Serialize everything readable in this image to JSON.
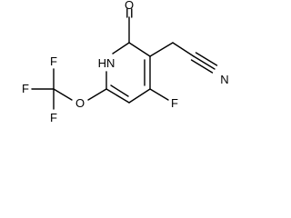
{
  "molecule": {
    "atoms": {
      "oxygen_carbonyl": "O",
      "nh": "HN",
      "nitrogen_nitrile": "N",
      "fluorine_ring": "F",
      "oxygen_ether": "O",
      "cf3_f_top": "F",
      "cf3_f_left": "F",
      "cf3_f_bottom": "F"
    }
  }
}
